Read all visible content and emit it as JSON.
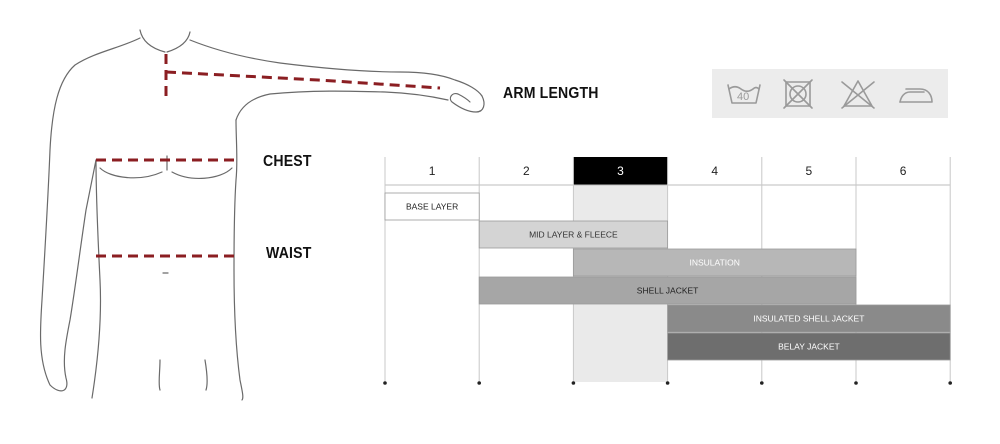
{
  "measurements": {
    "arm_length": "ARM LENGTH",
    "chest": "CHEST",
    "waist": "WAIST"
  },
  "care_icons": [
    {
      "name": "wash-40-icon",
      "text": "40"
    },
    {
      "name": "do-not-tumble-dry-icon"
    },
    {
      "name": "do-not-bleach-icon"
    },
    {
      "name": "iron-icon"
    }
  ],
  "colors": {
    "measure_line": "#8b1e22",
    "highlight_header": "#000000",
    "highlight_column": "#eaeaea"
  },
  "chart_data": {
    "type": "table",
    "columns": [
      "1",
      "2",
      "3",
      "4",
      "5",
      "6"
    ],
    "highlighted_column": "3",
    "layers": [
      {
        "label": "BASE LAYER",
        "start": 1,
        "end": 1,
        "fill": "#ffffff",
        "text": "#222222"
      },
      {
        "label": "MID LAYER & FLEECE",
        "start": 2,
        "end": 3,
        "fill": "#d4d4d4",
        "text": "#333333"
      },
      {
        "label": "INSULATION",
        "start": 3,
        "end": 5,
        "fill": "#b7b7b7",
        "text": "#ffffff"
      },
      {
        "label": "SHELL JACKET",
        "start": 2,
        "end": 5,
        "fill": "#a6a6a6",
        "text": "#222222"
      },
      {
        "label": "INSULATED SHELL JACKET",
        "start": 4,
        "end": 6,
        "fill": "#8a8a8a",
        "text": "#ffffff"
      },
      {
        "label": "BELAY JACKET",
        "start": 4,
        "end": 6,
        "fill": "#6e6e6e",
        "text": "#ffffff"
      }
    ]
  }
}
